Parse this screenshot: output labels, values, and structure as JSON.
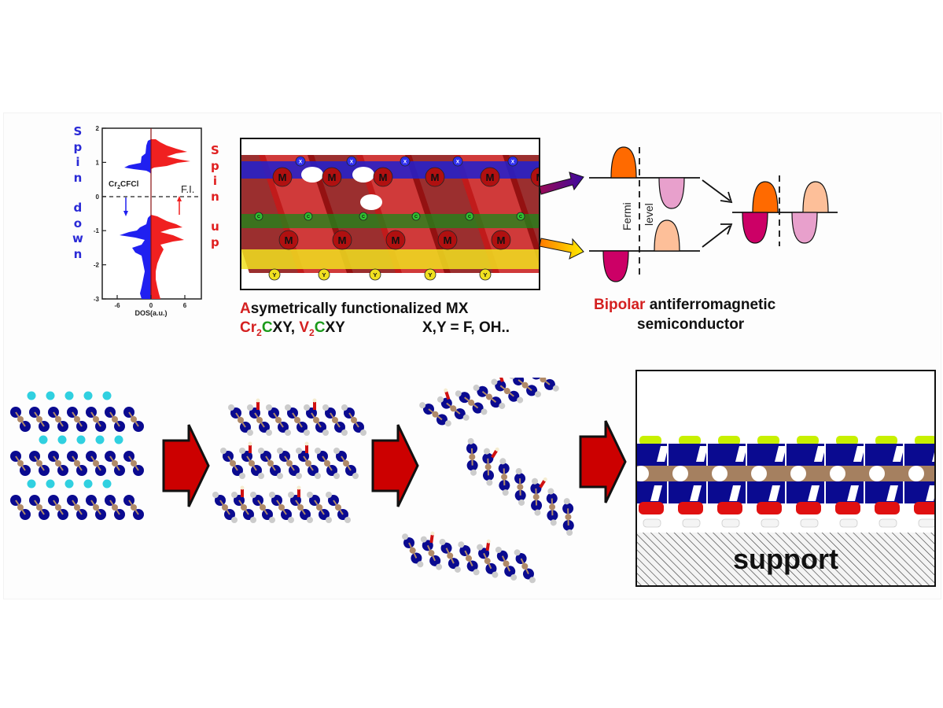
{
  "dos_plot": {
    "compound_label": "Cr2CFCl",
    "compound_parts": {
      "main1": "Cr",
      "sub": "2",
      "main2": "CFCl"
    },
    "fermi_label": "F.I.",
    "xlabel": "DOS(a.u.)",
    "x_ticks": [
      "-6",
      "0",
      "6"
    ],
    "y_ticks": [
      "2",
      "1",
      "0",
      "-1",
      "-2",
      "-3"
    ],
    "spin_down_letters": [
      "S",
      "p",
      "i",
      "n",
      "",
      "d",
      "o",
      "w",
      "n"
    ],
    "spin_up_letters": [
      "S",
      "p",
      "i",
      "n",
      "",
      "u",
      "p"
    ],
    "spin_down_color": "#2a2ad6",
    "spin_up_color": "#e02020"
  },
  "structure": {
    "atom_labels": {
      "metal": "M",
      "carbon": "C",
      "top": "X",
      "bottom": "Y"
    },
    "caption_line1": {
      "accent": "A",
      "rest": "symetrically functionalized MX"
    },
    "caption_line2": {
      "cr": "Cr",
      "cr_sub": "2",
      "cr_c": "C",
      "cr_rest": "XY, ",
      "v": "V",
      "v_sub": "2",
      "v_c": "C",
      "v_rest": "XY",
      "xy": "X,Y = F, OH.."
    }
  },
  "band_diagram": {
    "fermi_label_1": "Fermi",
    "fermi_label_2": "level",
    "caption_accent": "Bipolar",
    "caption_rest": " antiferromagnetic",
    "caption_line2": "semiconductor",
    "colors": {
      "orange": "#ff6a00",
      "light_pink": "#e8a0cc",
      "peach": "#fdbf99",
      "magenta": "#cc0066"
    }
  },
  "process": {
    "support_label": "support",
    "arrow_color": "#cc0000"
  }
}
